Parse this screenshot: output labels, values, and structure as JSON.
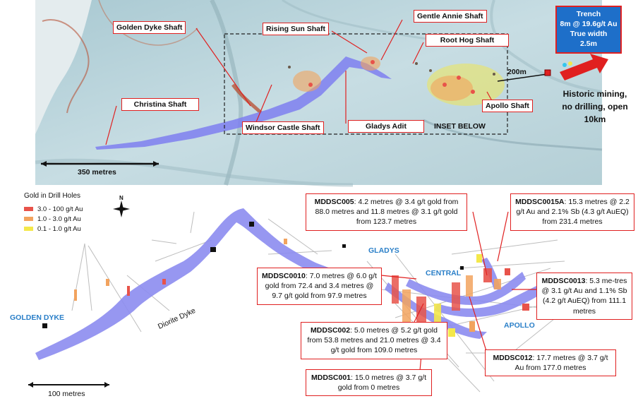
{
  "top_map": {
    "shafts": {
      "golden_dyke": "Golden Dyke  Shaft",
      "rising_sun": "Rising Sun Shaft",
      "gentle_annie": "Gentle Annie Shaft",
      "root_hog": "Root Hog Shaft",
      "christina": "Christina Shaft",
      "windsor_castle": "Windsor Castle  Shaft",
      "gladys_adit": "Gladys Adit",
      "apollo": "Apollo Shaft"
    },
    "inset_label": "INSET BELOW",
    "distance_label": "200m",
    "trench": [
      "Trench",
      "8m @ 19.6g/t Au",
      "True width",
      "2.5m"
    ],
    "historic_note": [
      "Historic mining,",
      "no drilling, open",
      "10km"
    ],
    "scale_label": "350 metres"
  },
  "legend": {
    "title": "Gold in Drill Holes",
    "items": [
      {
        "label": "3.0 - 100 g/t Au",
        "color": "#e8534a"
      },
      {
        "label": "1.0 - 3.0 g/t Au",
        "color": "#f2a35e"
      },
      {
        "label": "0.1 - 1.0 g/t Au",
        "color": "#f4e84a"
      }
    ],
    "north": "N"
  },
  "bottom_map": {
    "area_labels": {
      "golden_dyke": "GOLDEN DYKE",
      "gladys": "GLADYS",
      "central": "CENTRAL",
      "apollo": "APOLLO"
    },
    "diorite_dyke": "Diorite Dyke",
    "scale_label": "100 metres",
    "callouts": {
      "mddsc005": {
        "id": "MDDSC005",
        "text": ": 4.2 metres @ 3.4 g/t gold from 88.0 metres and 11.8 metres @ 3.1 g/t gold from 123.7 metres"
      },
      "mddsc0015a": {
        "id": "MDDSC0015A",
        "text": ": 15.3 metres @ 2.2 g/t Au and 2.1% Sb (4.3 g/t AuEQ) from 231.4 metres"
      },
      "mddsc0010": {
        "id": "MDDSC0010",
        "text": ": 7.0 metres @ 6.0 g/t gold from 72.4 and 3.4 metres @ 9.7 g/t gold from 97.9 metres"
      },
      "mddsc0013": {
        "id": "MDDSC0013",
        "text": ": 5.3 me-tres @ 3.1 g/t Au and 1.1% Sb (4.2 g/t AuEQ) from 111.1 metres"
      },
      "mddsc002": {
        "id": "MDDSC002",
        "text": ": 5.0 metres @ 5.2 g/t gold from 53.8 metres and 21.0 metres @ 3.4 g/t gold from 109.0 metres"
      },
      "mddsc012": {
        "id": "MDDSC012",
        "text": ": 17.7 metres @ 3.7 g/t Au from 177.0 metres"
      },
      "mddsc001": {
        "id": "MDDSC001",
        "text": ": 15.0 metres @ 3.7 g/t gold from 0 metres"
      }
    }
  },
  "colors": {
    "callout_border": "#e02020",
    "dyke_blue": "#8c8cf0",
    "trench_blue": "#1e6fc9",
    "area_label_blue": "#2a7fc8"
  }
}
